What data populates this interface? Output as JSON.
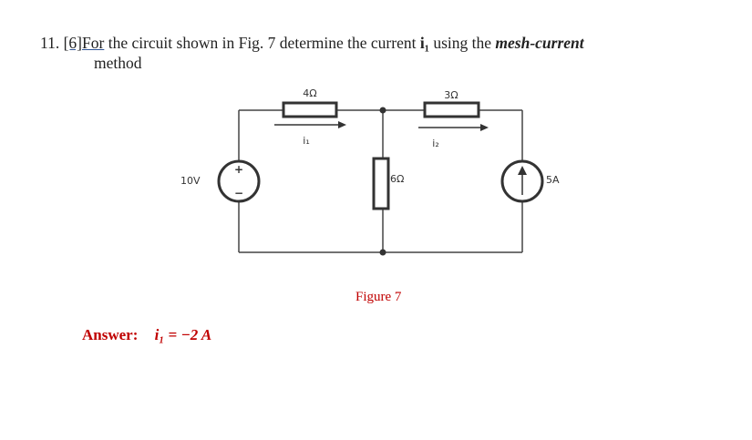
{
  "question": {
    "number": "11.",
    "points": "[6]",
    "lead": "For",
    "text_a": " the circuit shown in Fig. 7 determine the current ",
    "variable": "i₁",
    "text_b": " using the ",
    "method_name": "mesh-current",
    "text_c": "method"
  },
  "circuit": {
    "r1_label": "4Ω",
    "r2_label": "3Ω",
    "r3_label": "6Ω",
    "i1_label": "i₁",
    "i2_label": "i₂",
    "vsource_label": "10V",
    "vsource_plus": "+",
    "vsource_minus": "−",
    "isource_label": "5A"
  },
  "figure_caption": "Figure 7",
  "answer": {
    "label": "Answer:",
    "value": "i₁ = −2 A"
  },
  "colors": {
    "answer": "#c00000",
    "text": "#222222",
    "wire": "#444444"
  }
}
